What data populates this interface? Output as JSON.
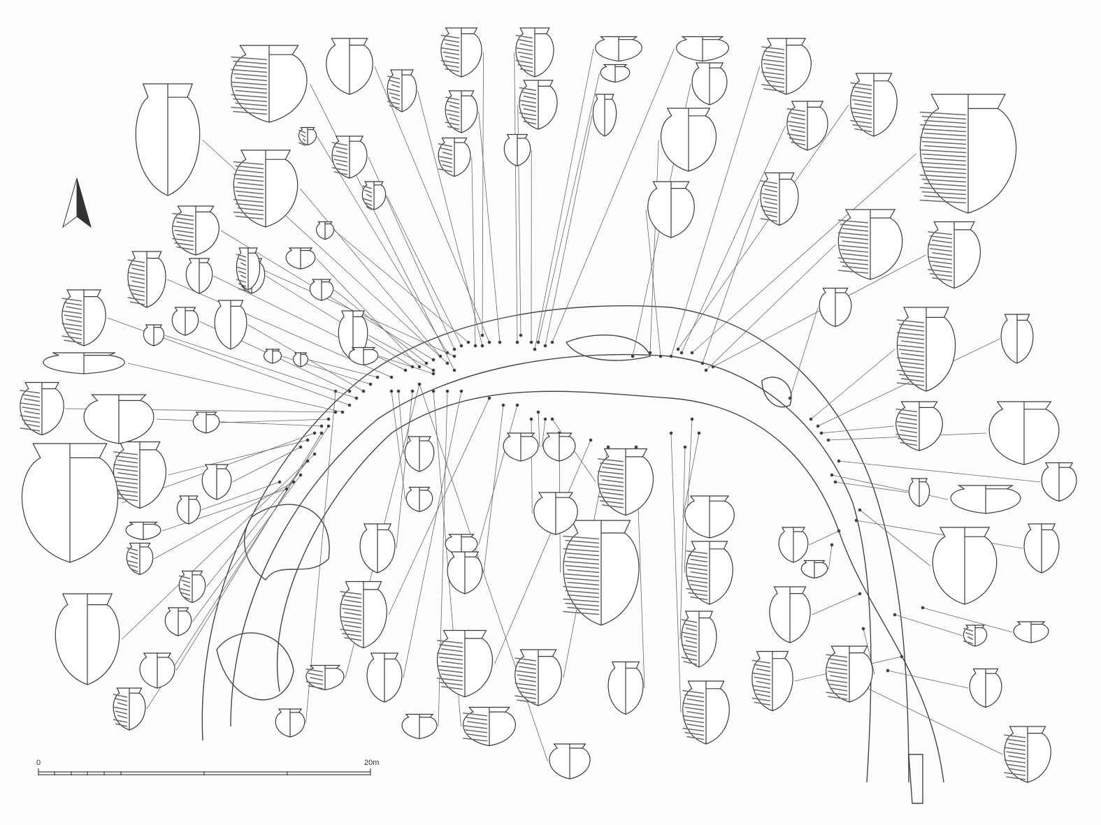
{
  "scale_bar": {
    "start_label": "0",
    "end_label": "20m",
    "length_m": 20
  },
  "north_arrow": {
    "icon": "north-arrow-icon"
  },
  "colors": {
    "ink": "#3a3a3a",
    "leader": "#555555",
    "hatch": "#6a6a6a"
  }
}
